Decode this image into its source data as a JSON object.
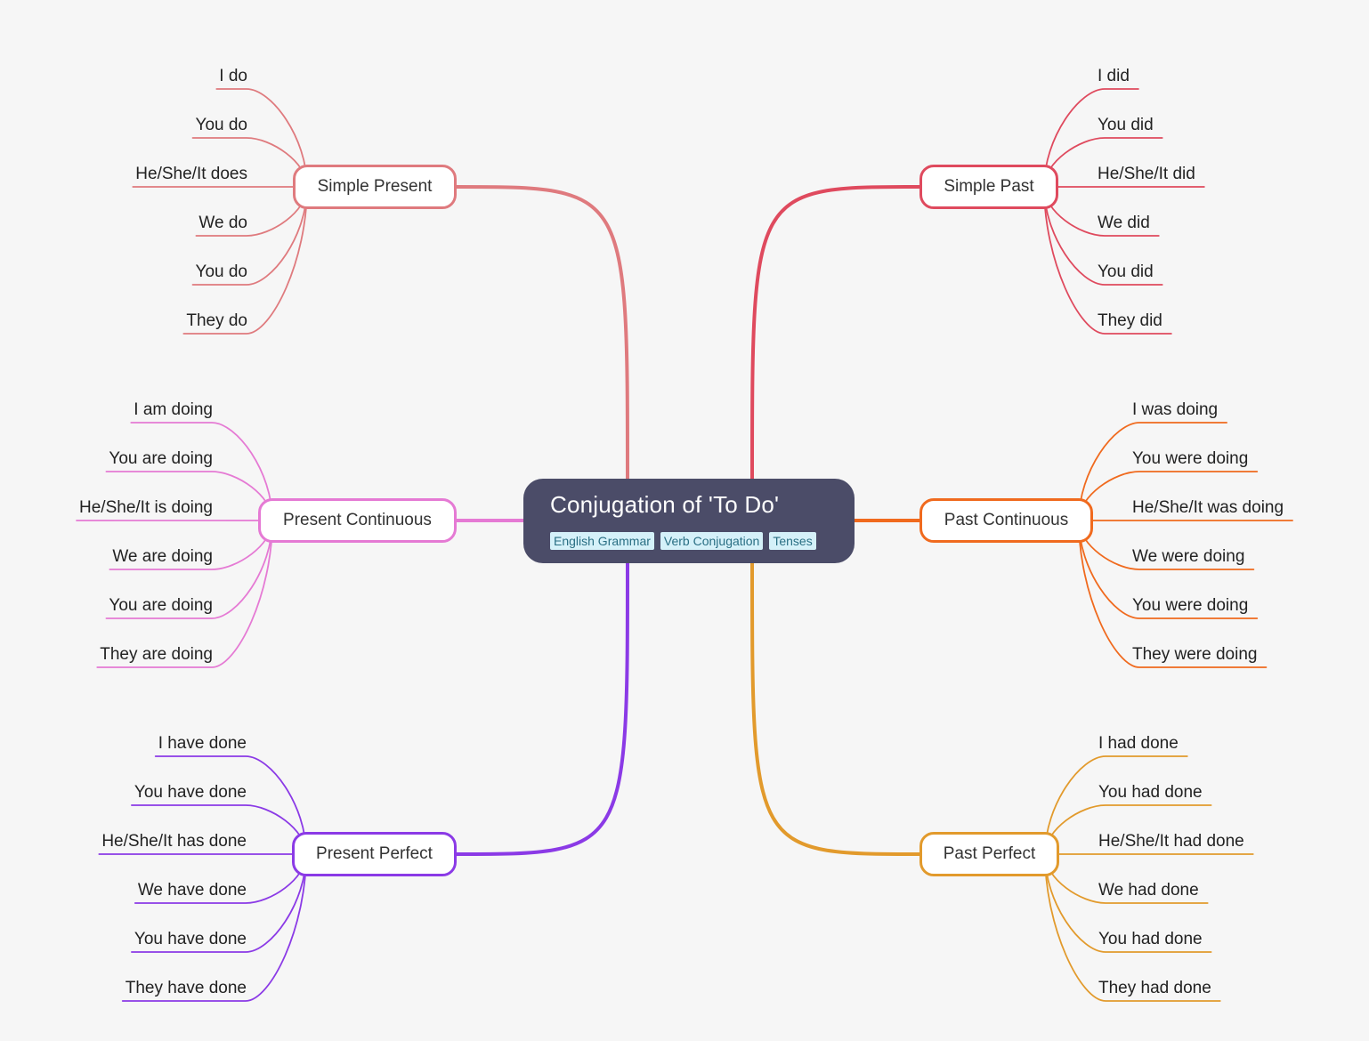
{
  "central": {
    "title": "Conjugation of 'To Do'",
    "tags": [
      "English Grammar",
      "Verb Conjugation",
      "Tenses"
    ],
    "tag_bg": "#d5f1f9",
    "bg_color": "#4b4c68"
  },
  "branches": [
    {
      "label": "Simple Present",
      "color": "#df7a7e",
      "side": "left",
      "leaves": [
        "I do",
        "You do",
        "He/She/It does",
        "We do",
        "You do",
        "They do"
      ]
    },
    {
      "label": "Present Continuous",
      "color": "#e57ad4",
      "side": "left",
      "leaves": [
        "I am doing",
        "You are doing",
        "He/She/It is doing",
        "We are doing",
        "You are doing",
        "They are doing"
      ]
    },
    {
      "label": "Present Perfect",
      "color": "#8b3ae6",
      "side": "left",
      "leaves": [
        "I have done",
        "You have done",
        "He/She/It has done",
        "We have done",
        "You have done",
        "They have done"
      ]
    },
    {
      "label": "Simple Past",
      "color": "#df4a5e",
      "side": "right",
      "leaves": [
        "I did",
        "You did",
        "He/She/It did",
        "We did",
        "You did",
        "They did"
      ]
    },
    {
      "label": "Past Continuous",
      "color": "#f06a1e",
      "side": "right",
      "leaves": [
        "I was doing",
        "You were doing",
        "He/She/It was doing",
        "We were doing",
        "You were doing",
        "They were doing"
      ]
    },
    {
      "label": "Past Perfect",
      "color": "#e29a2c",
      "side": "right",
      "leaves": [
        "I had done",
        "You had done",
        "He/She/It had done",
        "We had done",
        "You had done",
        "They had done"
      ]
    }
  ]
}
